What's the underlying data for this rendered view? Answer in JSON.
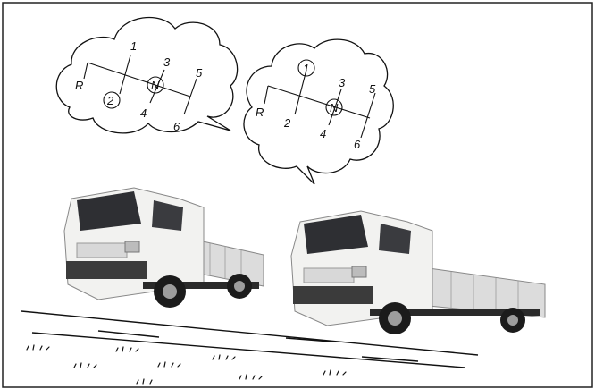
{
  "bubble_left": {
    "gate_labels": {
      "r": "R",
      "g1": "1",
      "g2": "2",
      "g3": "3",
      "g4": "4",
      "g5": "5",
      "g6": "6",
      "neutral": "N"
    },
    "selected_gear": "2"
  },
  "bubble_right": {
    "gate_labels": {
      "r": "R",
      "g1": "1",
      "g2": "2",
      "g3": "3",
      "g4": "4",
      "g5": "5",
      "g6": "6",
      "neutral": "N"
    },
    "selected_gear": "1"
  },
  "trucks": [
    {
      "name": "truck-left",
      "cab_color": "#f2f2f0",
      "bed_color": "#d9d9d9"
    },
    {
      "name": "truck-right",
      "cab_color": "#f2f2f0",
      "bed_color": "#d9d9d9"
    }
  ],
  "colors": {
    "frame": "#222222",
    "line": "#111111",
    "tire": "#1b1b1b"
  }
}
